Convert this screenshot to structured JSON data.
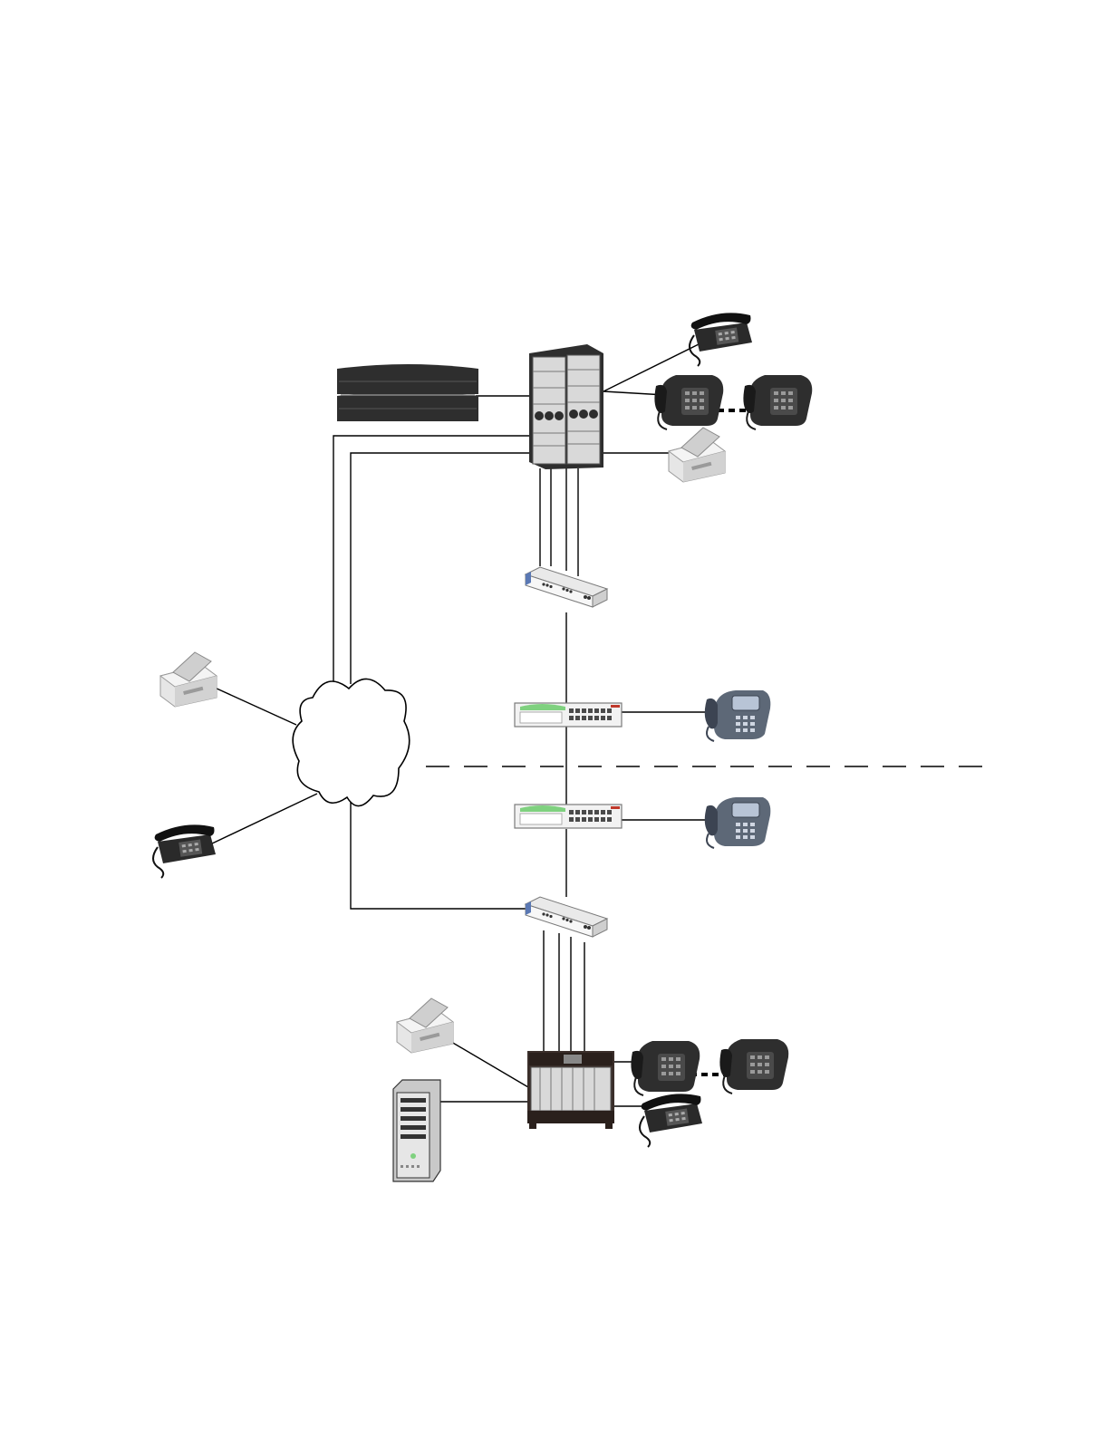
{
  "diagram": {
    "type": "network-topology",
    "labels": [],
    "colors": {
      "line": "#000000",
      "device_dark": "#2e2e2e",
      "device_mid": "#7a7a7a",
      "device_light": "#d9d9d9",
      "fax_body": "#e6e6e6",
      "phone_screen": "#b8c4d6",
      "led_green": "#7fd17f",
      "accent_red": "#c0392b",
      "accent_blue": "#5a78b4"
    },
    "nodes": [
      {
        "id": "storage-array",
        "icon": "storage-array-icon"
      },
      {
        "id": "main-cabinet",
        "icon": "server-cabinet-icon"
      },
      {
        "id": "phone-a1",
        "icon": "desk-phone-icon"
      },
      {
        "id": "phone-a2",
        "icon": "desk-phone-icon"
      },
      {
        "id": "phone-a3",
        "icon": "desk-phone-icon"
      },
      {
        "id": "fax-a",
        "icon": "fax-machine-icon"
      },
      {
        "id": "gateway-top",
        "icon": "media-gateway-icon"
      },
      {
        "id": "switch-upper",
        "icon": "ethernet-switch-icon"
      },
      {
        "id": "ip-phone-upper",
        "icon": "ip-phone-icon"
      },
      {
        "id": "network-cloud",
        "icon": "cloud-icon"
      },
      {
        "id": "fax-left",
        "icon": "fax-machine-icon"
      },
      {
        "id": "phone-left",
        "icon": "desk-phone-icon"
      },
      {
        "id": "switch-lower",
        "icon": "ethernet-switch-icon"
      },
      {
        "id": "ip-phone-lower",
        "icon": "ip-phone-icon"
      },
      {
        "id": "gateway-bottom",
        "icon": "media-gateway-icon"
      },
      {
        "id": "branch-cabinet",
        "icon": "gateway-cabinet-icon"
      },
      {
        "id": "fax-branch",
        "icon": "fax-machine-icon"
      },
      {
        "id": "tower-server",
        "icon": "tower-server-icon"
      },
      {
        "id": "phone-b1",
        "icon": "desk-phone-icon"
      },
      {
        "id": "phone-b2",
        "icon": "desk-phone-icon"
      },
      {
        "id": "phone-b3",
        "icon": "desk-phone-icon"
      }
    ],
    "edges": [
      {
        "from": "storage-array",
        "to": "main-cabinet"
      },
      {
        "from": "main-cabinet",
        "to": "phone-a1"
      },
      {
        "from": "main-cabinet",
        "to": "phone-a2"
      },
      {
        "from": "phone-a2",
        "to": "phone-a3",
        "style": "dashed"
      },
      {
        "from": "main-cabinet",
        "to": "fax-a"
      },
      {
        "from": "main-cabinet",
        "to": "network-cloud",
        "count": 2
      },
      {
        "from": "main-cabinet",
        "to": "gateway-top",
        "count": 4
      },
      {
        "from": "gateway-top",
        "to": "switch-upper"
      },
      {
        "from": "switch-upper",
        "to": "ip-phone-upper"
      },
      {
        "from": "switch-upper",
        "to": "switch-lower"
      },
      {
        "from": "switch-lower",
        "to": "ip-phone-lower"
      },
      {
        "from": "switch-lower",
        "to": "gateway-bottom"
      },
      {
        "from": "network-cloud",
        "to": "fax-left"
      },
      {
        "from": "network-cloud",
        "to": "phone-left"
      },
      {
        "from": "network-cloud",
        "to": "gateway-bottom"
      },
      {
        "from": "gateway-bottom",
        "to": "branch-cabinet",
        "count": 4
      },
      {
        "from": "branch-cabinet",
        "to": "fax-branch"
      },
      {
        "from": "branch-cabinet",
        "to": "tower-server"
      },
      {
        "from": "branch-cabinet",
        "to": "phone-b1"
      },
      {
        "from": "phone-b1",
        "to": "phone-b2",
        "style": "dashed"
      },
      {
        "from": "branch-cabinet",
        "to": "phone-b3"
      }
    ],
    "separator": {
      "style": "dashed"
    }
  }
}
